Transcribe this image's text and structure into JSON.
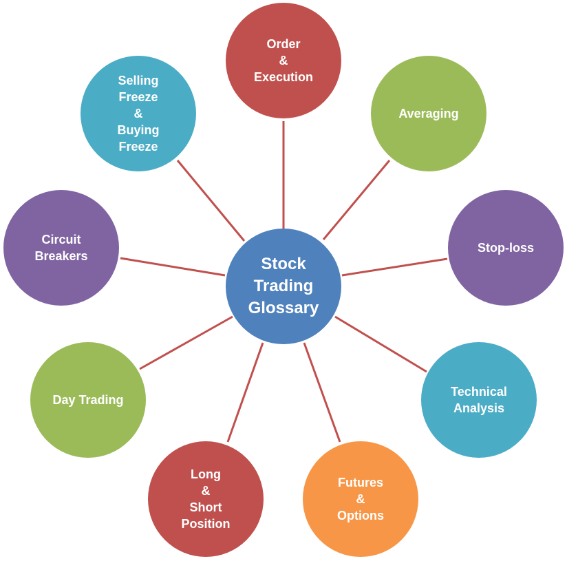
{
  "title": "Stock Trading Glossary",
  "colors": {
    "connector": "#c0504d",
    "red": "#c0504d",
    "green": "#9bbb59",
    "purple": "#8064a2",
    "teal": "#4bacc6",
    "orange": "#f79646",
    "blue": "#4f81bd"
  },
  "center": {
    "lines": [
      "Stock",
      "Trading",
      "Glossary"
    ]
  },
  "nodes": [
    {
      "id": "order-execution",
      "lines": [
        "Order",
        "&",
        "Execution"
      ]
    },
    {
      "id": "averaging",
      "lines": [
        "Averaging"
      ]
    },
    {
      "id": "stop-loss",
      "lines": [
        "Stop-loss"
      ]
    },
    {
      "id": "technical-analysis",
      "lines": [
        "Technical",
        "Analysis"
      ]
    },
    {
      "id": "futures-options",
      "lines": [
        "Futures",
        "&",
        "Options"
      ]
    },
    {
      "id": "long-short-position",
      "lines": [
        "Long",
        "&",
        "Short",
        "Position"
      ]
    },
    {
      "id": "day-trading",
      "lines": [
        "Day Trading"
      ]
    },
    {
      "id": "circuit-breakers",
      "lines": [
        "Circuit",
        "Breakers"
      ]
    },
    {
      "id": "selling-buying-freeze",
      "lines": [
        "Selling",
        "Freeze",
        "&",
        "Buying",
        "Freeze"
      ]
    }
  ]
}
